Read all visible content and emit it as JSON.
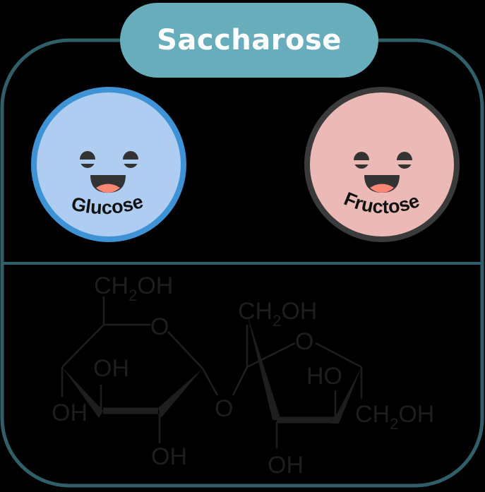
{
  "title": "Saccharose",
  "colors": {
    "background": "#000000",
    "frame": "#2f5f68",
    "pill": "#67adbc",
    "title_text": "#ffffff",
    "glucose_fill": "#aecdf0",
    "glucose_border": "#3d93d6",
    "fructose_fill": "#ebbab6",
    "fructose_border": "#3a3a3a",
    "face_dark": "#333333",
    "tongue": "#f98774",
    "structure_line": "#1e1e1e"
  },
  "molecules": [
    {
      "name": "Glucose",
      "face": "smiley"
    },
    {
      "name": "Fructose",
      "face": "smiley"
    }
  ],
  "structure": {
    "glucose_ring": {
      "ring_oxygen": "O",
      "substituents": [
        "CH2OH",
        "OH",
        "OH",
        "OH"
      ]
    },
    "glycosidic_oxygen": "O",
    "fructose_ring": {
      "ring_oxygen": "O",
      "substituents": [
        "CH2OH",
        "HO",
        "CH2OH",
        "OH"
      ]
    },
    "labels": {
      "ch2": "CH",
      "sub2": "2",
      "oh": "OH",
      "ho": "HO",
      "o": "O"
    }
  }
}
